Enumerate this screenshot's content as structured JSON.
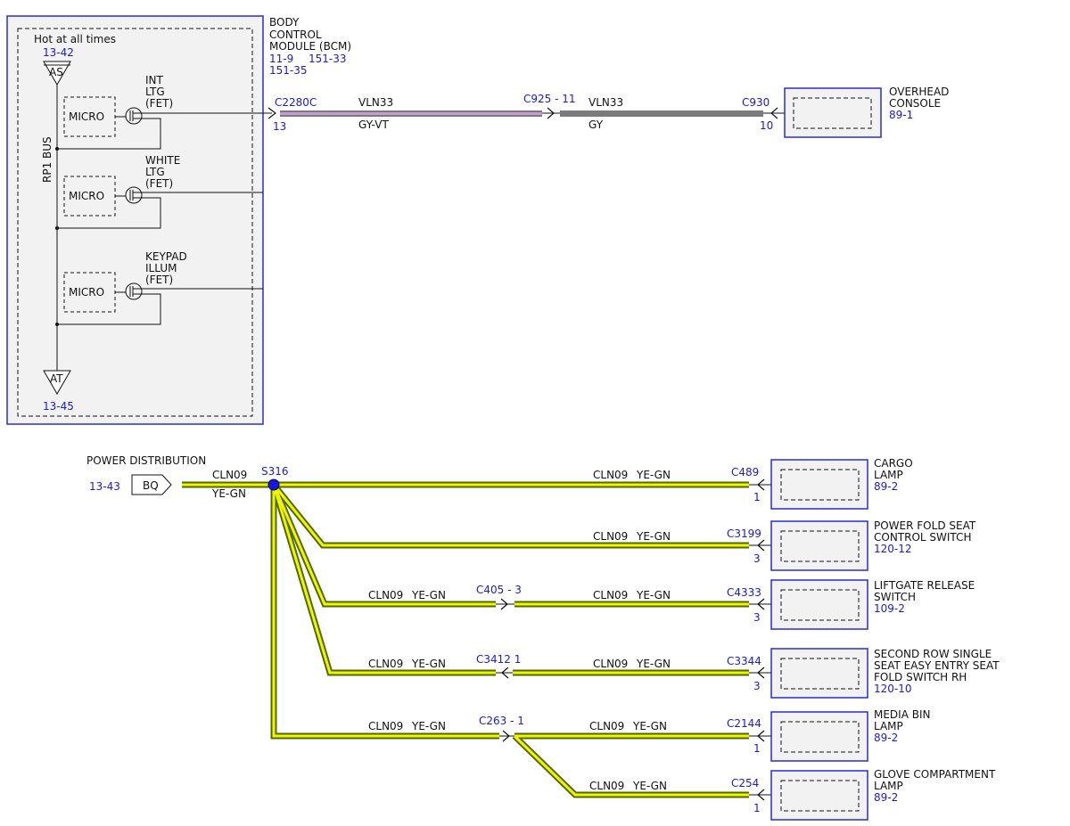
{
  "colors": {
    "module_border": "#2b2bd8",
    "module_fill": "#f2f2f2",
    "ref_text": "#1a1adb",
    "wire_violet": "#c99bd6",
    "wire_gray": "#7b7b7b",
    "wire_yellow": "#f4f400",
    "wire_green": "#4d6b00",
    "splice_fill": "#1515ee"
  },
  "bcm": {
    "title_lines": [
      "BODY",
      "CONTROL",
      "MODULE (BCM)"
    ],
    "refs": [
      "11-9",
      "151-33",
      "151-35"
    ],
    "hot_label": "Hot at all times",
    "bus_label": "RP1 BUS",
    "top_ref": "13-42",
    "top_symbol": "AS",
    "bottom_ref": "13-45",
    "bottom_symbol": "AT",
    "micro_label": "MICRO",
    "fets": [
      {
        "lines": [
          "INT",
          "LTG",
          "(FET)"
        ]
      },
      {
        "lines": [
          "WHITE",
          "LTG",
          "(FET)"
        ]
      },
      {
        "lines": [
          "KEYPAD",
          "ILLUM",
          "(FET)"
        ]
      }
    ]
  },
  "top_circuit": {
    "c1_name": "C2280C",
    "c1_pin": "13",
    "wire1_circuit": "VLN33",
    "wire1_color": "GY-VT",
    "inline": "C925 - 11",
    "wire2_circuit": "VLN33",
    "wire2_color": "GY",
    "c2_name": "C930",
    "c2_pin": "10",
    "device_lines": [
      "OVERHEAD",
      "CONSOLE"
    ],
    "device_ref": "89-1"
  },
  "power": {
    "title": "POWER DISTRIBUTION",
    "ref": "13-43",
    "connector": "BQ",
    "circuit": "CLN09",
    "color": "YE-GN",
    "splice": "S316"
  },
  "branches": [
    {
      "left_circuit": "",
      "left_color": "",
      "inline": "",
      "right_circuit": "CLN09",
      "right_color": "YE-GN",
      "connector": "C489",
      "pin": "1",
      "device_lines": [
        "CARGO",
        "LAMP"
      ],
      "device_ref": "89-2"
    },
    {
      "left_circuit": "",
      "left_color": "",
      "inline": "",
      "right_circuit": "CLN09",
      "right_color": "YE-GN",
      "connector": "C3199",
      "pin": "3",
      "device_lines": [
        "POWER FOLD SEAT",
        "CONTROL SWITCH"
      ],
      "device_ref": "120-12"
    },
    {
      "left_circuit": "CLN09",
      "left_color": "YE-GN",
      "inline": "C405 - 3",
      "right_circuit": "CLN09",
      "right_color": "YE-GN",
      "connector": "C4333",
      "pin": "3",
      "device_lines": [
        "LIFTGATE RELEASE",
        "SWITCH"
      ],
      "device_ref": "109-2"
    },
    {
      "left_circuit": "CLN09",
      "left_color": "YE-GN",
      "inline": "C3412 1",
      "right_circuit": "CLN09",
      "right_color": "YE-GN",
      "connector": "C3344",
      "pin": "3",
      "device_lines": [
        "SECOND ROW SINGLE",
        "SEAT EASY ENTRY SEAT",
        "FOLD SWITCH RH"
      ],
      "device_ref": "120-10"
    },
    {
      "left_circuit": "CLN09",
      "left_color": "YE-GN",
      "inline": "C263 - 1",
      "right_circuit": "CLN09",
      "right_color": "YE-GN",
      "connector": "C2144",
      "pin": "1",
      "device_lines": [
        "MEDIA BIN",
        "LAMP"
      ],
      "device_ref": "89-2"
    },
    {
      "left_circuit": "",
      "left_color": "",
      "inline": "",
      "right_circuit": "CLN09",
      "right_color": "YE-GN",
      "connector": "C254",
      "pin": "1",
      "device_lines": [
        "GLOVE COMPARTMENT",
        "LAMP"
      ],
      "device_ref": "89-2"
    }
  ]
}
